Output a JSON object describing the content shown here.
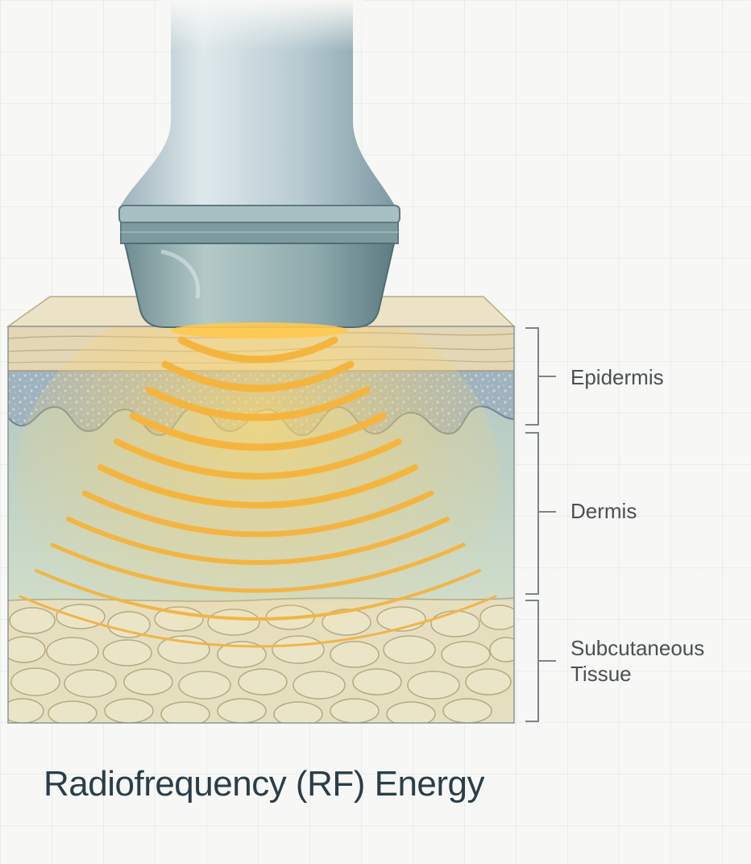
{
  "title": "Radiofrequency (RF) Energy",
  "layers": [
    {
      "id": "epidermis",
      "label": "Epidermis"
    },
    {
      "id": "dermis",
      "label": "Dermis"
    },
    {
      "id": "subcutaneous",
      "label": "Subcutaneous\nTissue"
    }
  ],
  "colors": {
    "skin_surface": "#e4d7b6",
    "epidermis_cells": "#9fb2bd",
    "dermis": "#b9cfc4",
    "fat": "#e6dfbf",
    "rf_waves": "#f3b640",
    "probe": "#8fa8ae",
    "title_text": "#2a3e4a"
  },
  "icons": [
    "rf-probe-icon"
  ]
}
